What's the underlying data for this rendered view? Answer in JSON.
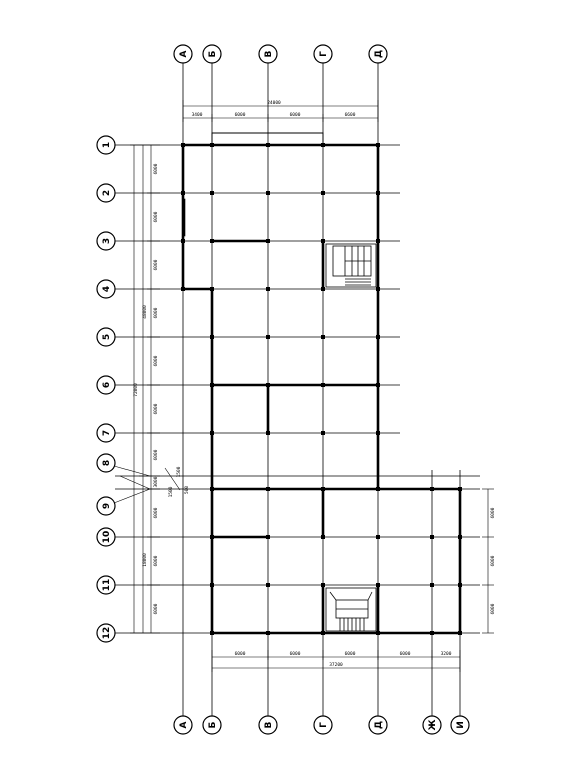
{
  "plan": {
    "top_axes": [
      "А",
      "Б",
      "В",
      "Г",
      "Д"
    ],
    "bottom_axes": [
      "А",
      "Б",
      "В",
      "Г",
      "Д",
      "Ж",
      "И"
    ],
    "row_axes": [
      "1",
      "2",
      "3",
      "4",
      "5",
      "6",
      "7",
      "8",
      "9",
      "10",
      "11",
      "12"
    ],
    "top_dims": {
      "overall": "24000",
      "spans": [
        "3400",
        "6000",
        "6000",
        "6600"
      ]
    },
    "bottom_dims": {
      "overall": "37200",
      "spans": [
        "6000",
        "6000",
        "6000",
        "6000",
        "3200"
      ]
    },
    "left_dims": {
      "spans": [
        "6000",
        "6000",
        "6000",
        "6000",
        "6000",
        "6000",
        "6000",
        "3000",
        "1500",
        "6000",
        "6000",
        "6000"
      ],
      "sub_totals": [
        "48000",
        "18000"
      ],
      "overall": "72000",
      "small_labels": [
        "1500",
        "1500",
        "500"
      ]
    },
    "right_dims": {
      "spans": [
        "6000",
        "6000",
        "6000"
      ]
    }
  }
}
